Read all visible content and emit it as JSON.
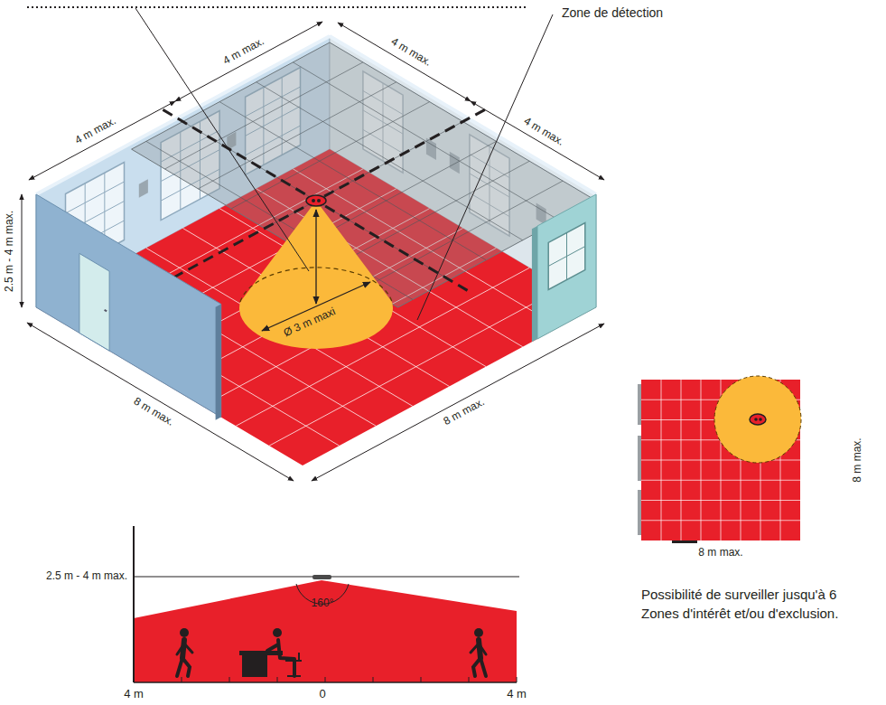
{
  "diagram": {
    "labels": [
      "Zone de détection",
      "4 m max.",
      "4 m max.",
      "4 m max.",
      "4 m max.",
      "2.5 m - 4 m max.",
      "Ø 3 m maxi",
      "8 m max.",
      "8 m max.",
      "2.5 m - 4 m max.",
      "160°",
      "4 m",
      "0",
      "4 m",
      "8 m max.",
      "8 m max.",
      "Possibilité de surveiller jusqu'à 6 Zones d'intérêt et/ou d'exclusion."
    ]
  }
}
